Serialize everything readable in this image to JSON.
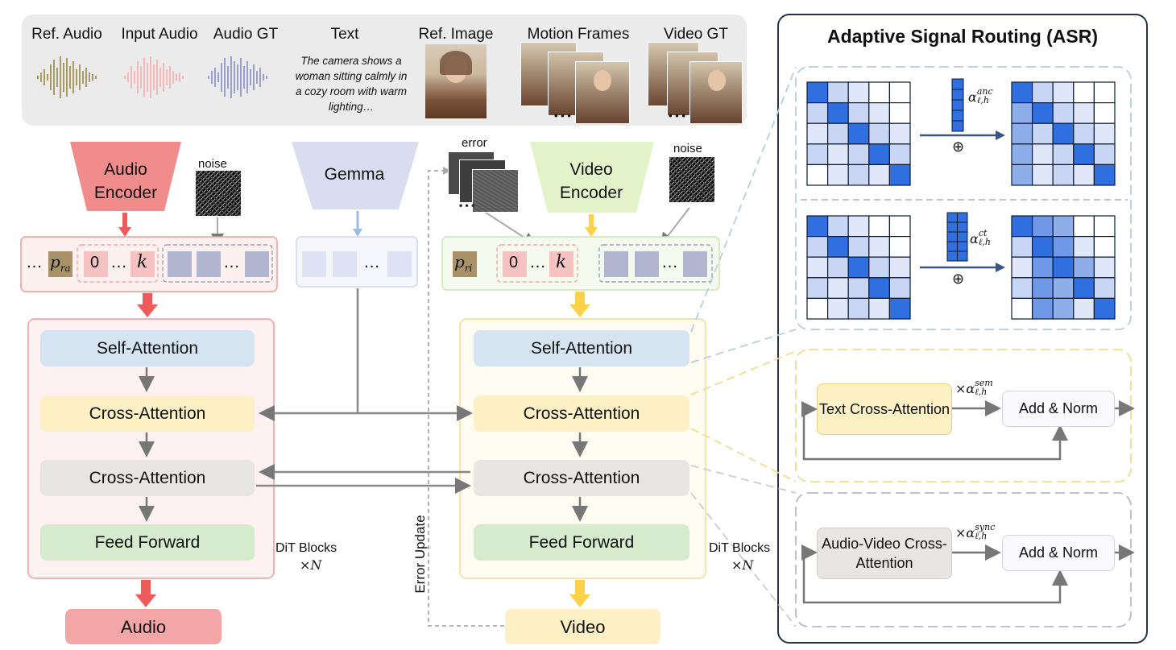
{
  "inputs": {
    "ref_audio": "Ref. Audio",
    "input_audio": "Input Audio",
    "audio_gt": "Audio GT",
    "text": "Text",
    "text_caption": "The camera shows a woman sitting calmly in a cozy room with warm lighting…",
    "ref_image": "Ref. Image",
    "motion_frames": "Motion Frames",
    "video_gt": "Video GT",
    "ellipsis": "• • •"
  },
  "encoders": {
    "audio": "Audio Encoder",
    "gemma": "Gemma",
    "video": "Video Encoder",
    "noise1": "noise",
    "noise2": "noise",
    "error": "error"
  },
  "tokens": {
    "dots": "…",
    "pra": "p",
    "pra_sub": "ra",
    "pri": "p",
    "pri_sub": "ri",
    "zero": "0",
    "k": "k"
  },
  "audio_branch": {
    "self_attention": "Self-Attention",
    "cross_attention_1": "Cross-Attention",
    "cross_attention_2": "Cross-Attention",
    "feed_forward": "Feed Forward",
    "dit_blocks": "DiT Blocks",
    "times_n": "×N",
    "output": "Audio"
  },
  "video_branch": {
    "self_attention": "Self-Attention",
    "cross_attention_1": "Cross-Attention",
    "cross_attention_2": "Cross-Attention",
    "feed_forward": "Feed Forward",
    "dit_blocks": "DiT Blocks",
    "times_n": "×N",
    "output": "Video",
    "error_update": "Error Update"
  },
  "asr": {
    "title": "Adaptive Signal Routing (ASR)",
    "alpha_anc": "α",
    "anc_sup": "anc",
    "alpha_ct": "α",
    "ct_sup": "ct",
    "sub": "ℓ,h",
    "oplus": "⊕",
    "text_cross_attention": "Text Cross-Attention",
    "alpha_sem_prefix": "×α",
    "sem_sup": "sem",
    "add_norm_1": "Add & Norm",
    "av_cross_attention": "Audio-Video Cross-Attention",
    "alpha_sync_prefix": "×α",
    "sync_sup": "sync",
    "add_norm_2": "Add & Norm"
  },
  "colors": {
    "audio_red": "#f08c8c",
    "video_yellow": "#fbd14a",
    "gemma_blue": "#d9ddef",
    "video_green": "#e3f3c9",
    "self_attn": "#d6e4f2",
    "cross_attn_yellow": "#fdf0c4",
    "cross_attn_gray": "#e8e6e4",
    "feed_forward": "#d6ebcd",
    "asr_border": "#22324f",
    "matrix_blue": "#2f6fe0"
  }
}
